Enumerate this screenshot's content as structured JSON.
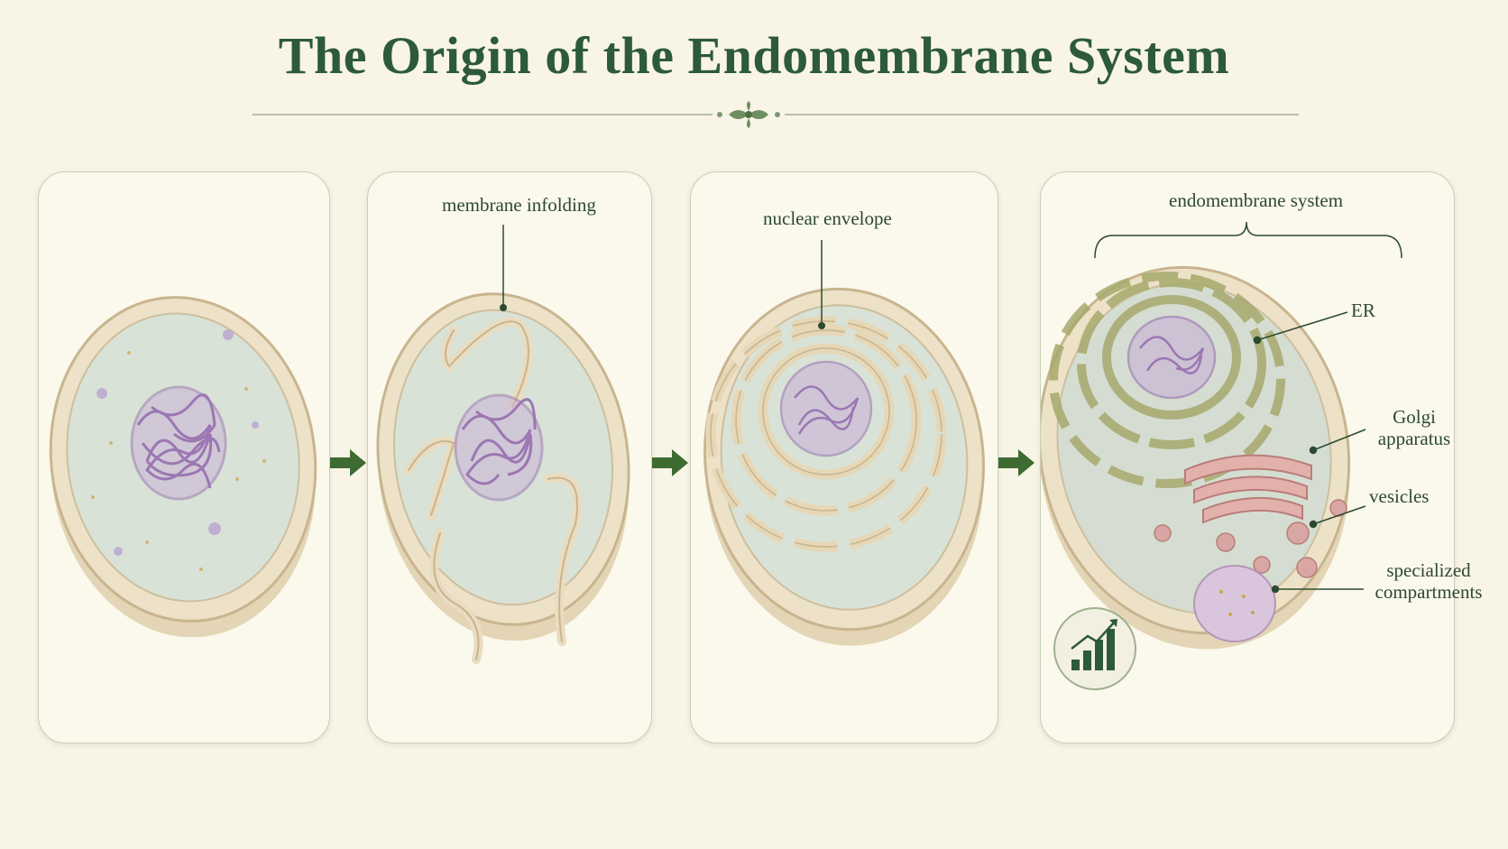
{
  "title": "The Origin of the Endomembrane System",
  "colors": {
    "title_green": "#2c5a3a",
    "arrow_green": "#3d6b32",
    "cytoplasm": "#d7e0d4",
    "membrane": "#e9dcc0",
    "nucleoid_purple": "#8e6aa8",
    "golgi_pink": "#d39a96"
  },
  "panels": [
    {
      "id": "stage-1",
      "label": ""
    },
    {
      "id": "stage-2",
      "label": "membrane infolding"
    },
    {
      "id": "stage-3",
      "label": "nuclear envelope"
    },
    {
      "id": "stage-4",
      "header": "endomembrane system",
      "labels": {
        "er": "ER",
        "golgi": "Golgi apparatus",
        "vesicles": "vesicles",
        "compartments": "specialized compartments"
      },
      "icon": "growth-chart-icon"
    }
  ],
  "arrows": [
    "arrow-right-icon",
    "arrow-right-icon",
    "arrow-right-icon"
  ]
}
